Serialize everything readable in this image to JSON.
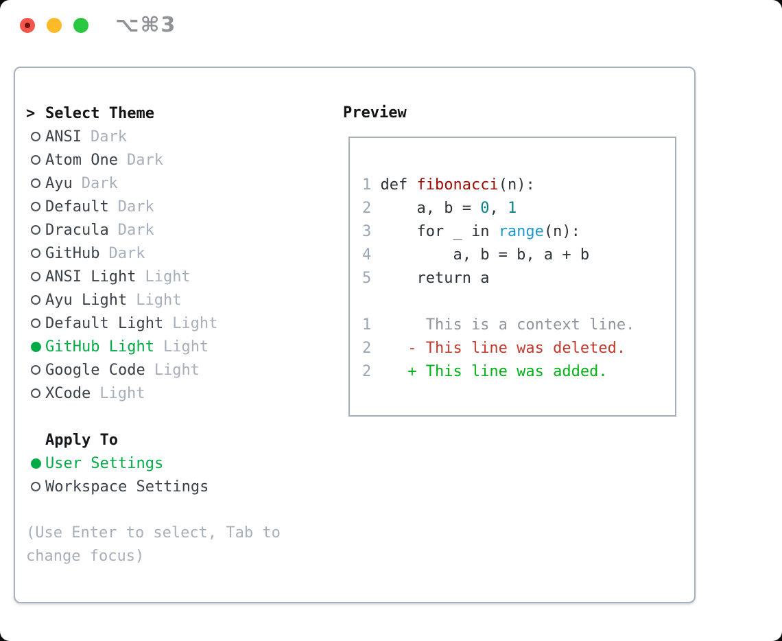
{
  "colors": {
    "accent_green": "#00ab46",
    "deleted_red": "#c23a2b",
    "added_green": "#00b215",
    "function_red": "#9b0b00",
    "number_teal": "#0b7f86",
    "builtin_blue": "#1f97cf",
    "border_gray": "#a9b1bd",
    "muted_gray": "#a7afba",
    "traffic_red": "#f4564e",
    "traffic_yellow": "#fcba28",
    "traffic_green": "#2ac840"
  },
  "window": {
    "shortcut": "⌥⌘3",
    "traffic_lights": [
      "close",
      "minimize",
      "zoom"
    ]
  },
  "theme_list": {
    "prompt": ">",
    "header": "Select Theme",
    "items": [
      {
        "name": "ANSI",
        "variant": "Dark",
        "selected": false
      },
      {
        "name": "Atom One",
        "variant": "Dark",
        "selected": false
      },
      {
        "name": "Ayu",
        "variant": "Dark",
        "selected": false
      },
      {
        "name": "Default",
        "variant": "Dark",
        "selected": false
      },
      {
        "name": "Dracula",
        "variant": "Dark",
        "selected": false
      },
      {
        "name": "GitHub",
        "variant": "Dark",
        "selected": false
      },
      {
        "name": "ANSI Light",
        "variant": "Light",
        "selected": false
      },
      {
        "name": "Ayu Light",
        "variant": "Light",
        "selected": false
      },
      {
        "name": "Default Light",
        "variant": "Light",
        "selected": false
      },
      {
        "name": "GitHub Light",
        "variant": "Light",
        "selected": true
      },
      {
        "name": "Google Code",
        "variant": "Light",
        "selected": false
      },
      {
        "name": "XCode",
        "variant": "Light",
        "selected": false
      }
    ]
  },
  "apply_to": {
    "header": "Apply To",
    "options": [
      {
        "label": "User Settings",
        "selected": true
      },
      {
        "label": "Workspace Settings",
        "selected": false
      }
    ]
  },
  "hint": "(Use Enter to select, Tab to change focus)",
  "preview": {
    "header": "Preview",
    "lines": [
      [
        {
          "c": "num",
          "t": "1"
        },
        {
          "c": "pl",
          "t": " def "
        },
        {
          "c": "fn",
          "t": "fibonacci"
        },
        {
          "c": "pl",
          "t": "(n):"
        }
      ],
      [
        {
          "c": "num",
          "t": "2"
        },
        {
          "c": "pl",
          "t": "     a, b = "
        },
        {
          "c": "lit",
          "t": "0"
        },
        {
          "c": "pl",
          "t": ", "
        },
        {
          "c": "lit",
          "t": "1"
        }
      ],
      [
        {
          "c": "num",
          "t": "3"
        },
        {
          "c": "pl",
          "t": "     for _ in "
        },
        {
          "c": "bi",
          "t": "range"
        },
        {
          "c": "pl",
          "t": "(n):"
        }
      ],
      [
        {
          "c": "num",
          "t": "4"
        },
        {
          "c": "pl",
          "t": "         a, b = b, a + b"
        }
      ],
      [
        {
          "c": "num",
          "t": "5"
        },
        {
          "c": "pl",
          "t": "     return a"
        }
      ],
      [],
      [
        {
          "c": "num",
          "t": "1"
        },
        {
          "c": "ctx",
          "t": "      This is a context line."
        }
      ],
      [
        {
          "c": "num",
          "t": "2"
        },
        {
          "c": "del",
          "t": "    - This line was deleted."
        }
      ],
      [
        {
          "c": "num",
          "t": "2"
        },
        {
          "c": "add",
          "t": "    + This line was added."
        }
      ]
    ]
  }
}
